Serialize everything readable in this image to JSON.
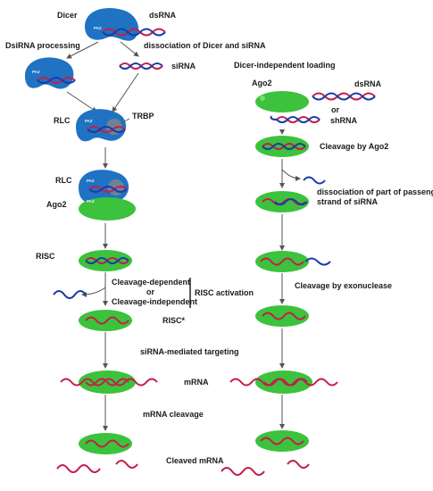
{
  "labels": {
    "dicer": "Dicer",
    "dsrna_top": "dsRNA",
    "dsirna_processing": "DsiRNA processing",
    "dissociation": "dissociation of Dicer and siRNA",
    "sirna": "siRNA",
    "rlc1": "RLC",
    "trbp": "TRBP",
    "rlc2": "RLC",
    "ago2_left": "Ago2",
    "risc": "RISC",
    "cleavage_dependent": "Cleavage-dependent",
    "or_left": "or",
    "cleavage_independent": "Cleavage-independent",
    "risc_activation": "RISC activation",
    "risc_star": "RISC*",
    "sirna_mediated_targeting": "siRNA-mediated targeting",
    "mrna": "mRNA",
    "mrna_cleavage": "mRNA cleavage",
    "cleaved_mrna": "Cleaved mRNA",
    "dicer_independent_loading": "Dicer-independent loading",
    "ago2_right": "Ago2",
    "dsrna_right": "dsRNA",
    "or_right": "or",
    "shrna": "shRNA",
    "cleavage_by_ago2": "Cleavage by Ago2",
    "dissociation_passenger_1": "dissociation of part of passenger",
    "dissociation_passenger_2": "strand of siRNA",
    "cleavage_by_exonuclease": "Cleavage by exonuclease",
    "paz": "PAZ"
  },
  "colors": {
    "dicer": "#1f73c2",
    "ago2": "#3cc23c",
    "strand_red": "#c41e4a",
    "strand_blue": "#1a3aa8",
    "arrow": "#555555"
  }
}
